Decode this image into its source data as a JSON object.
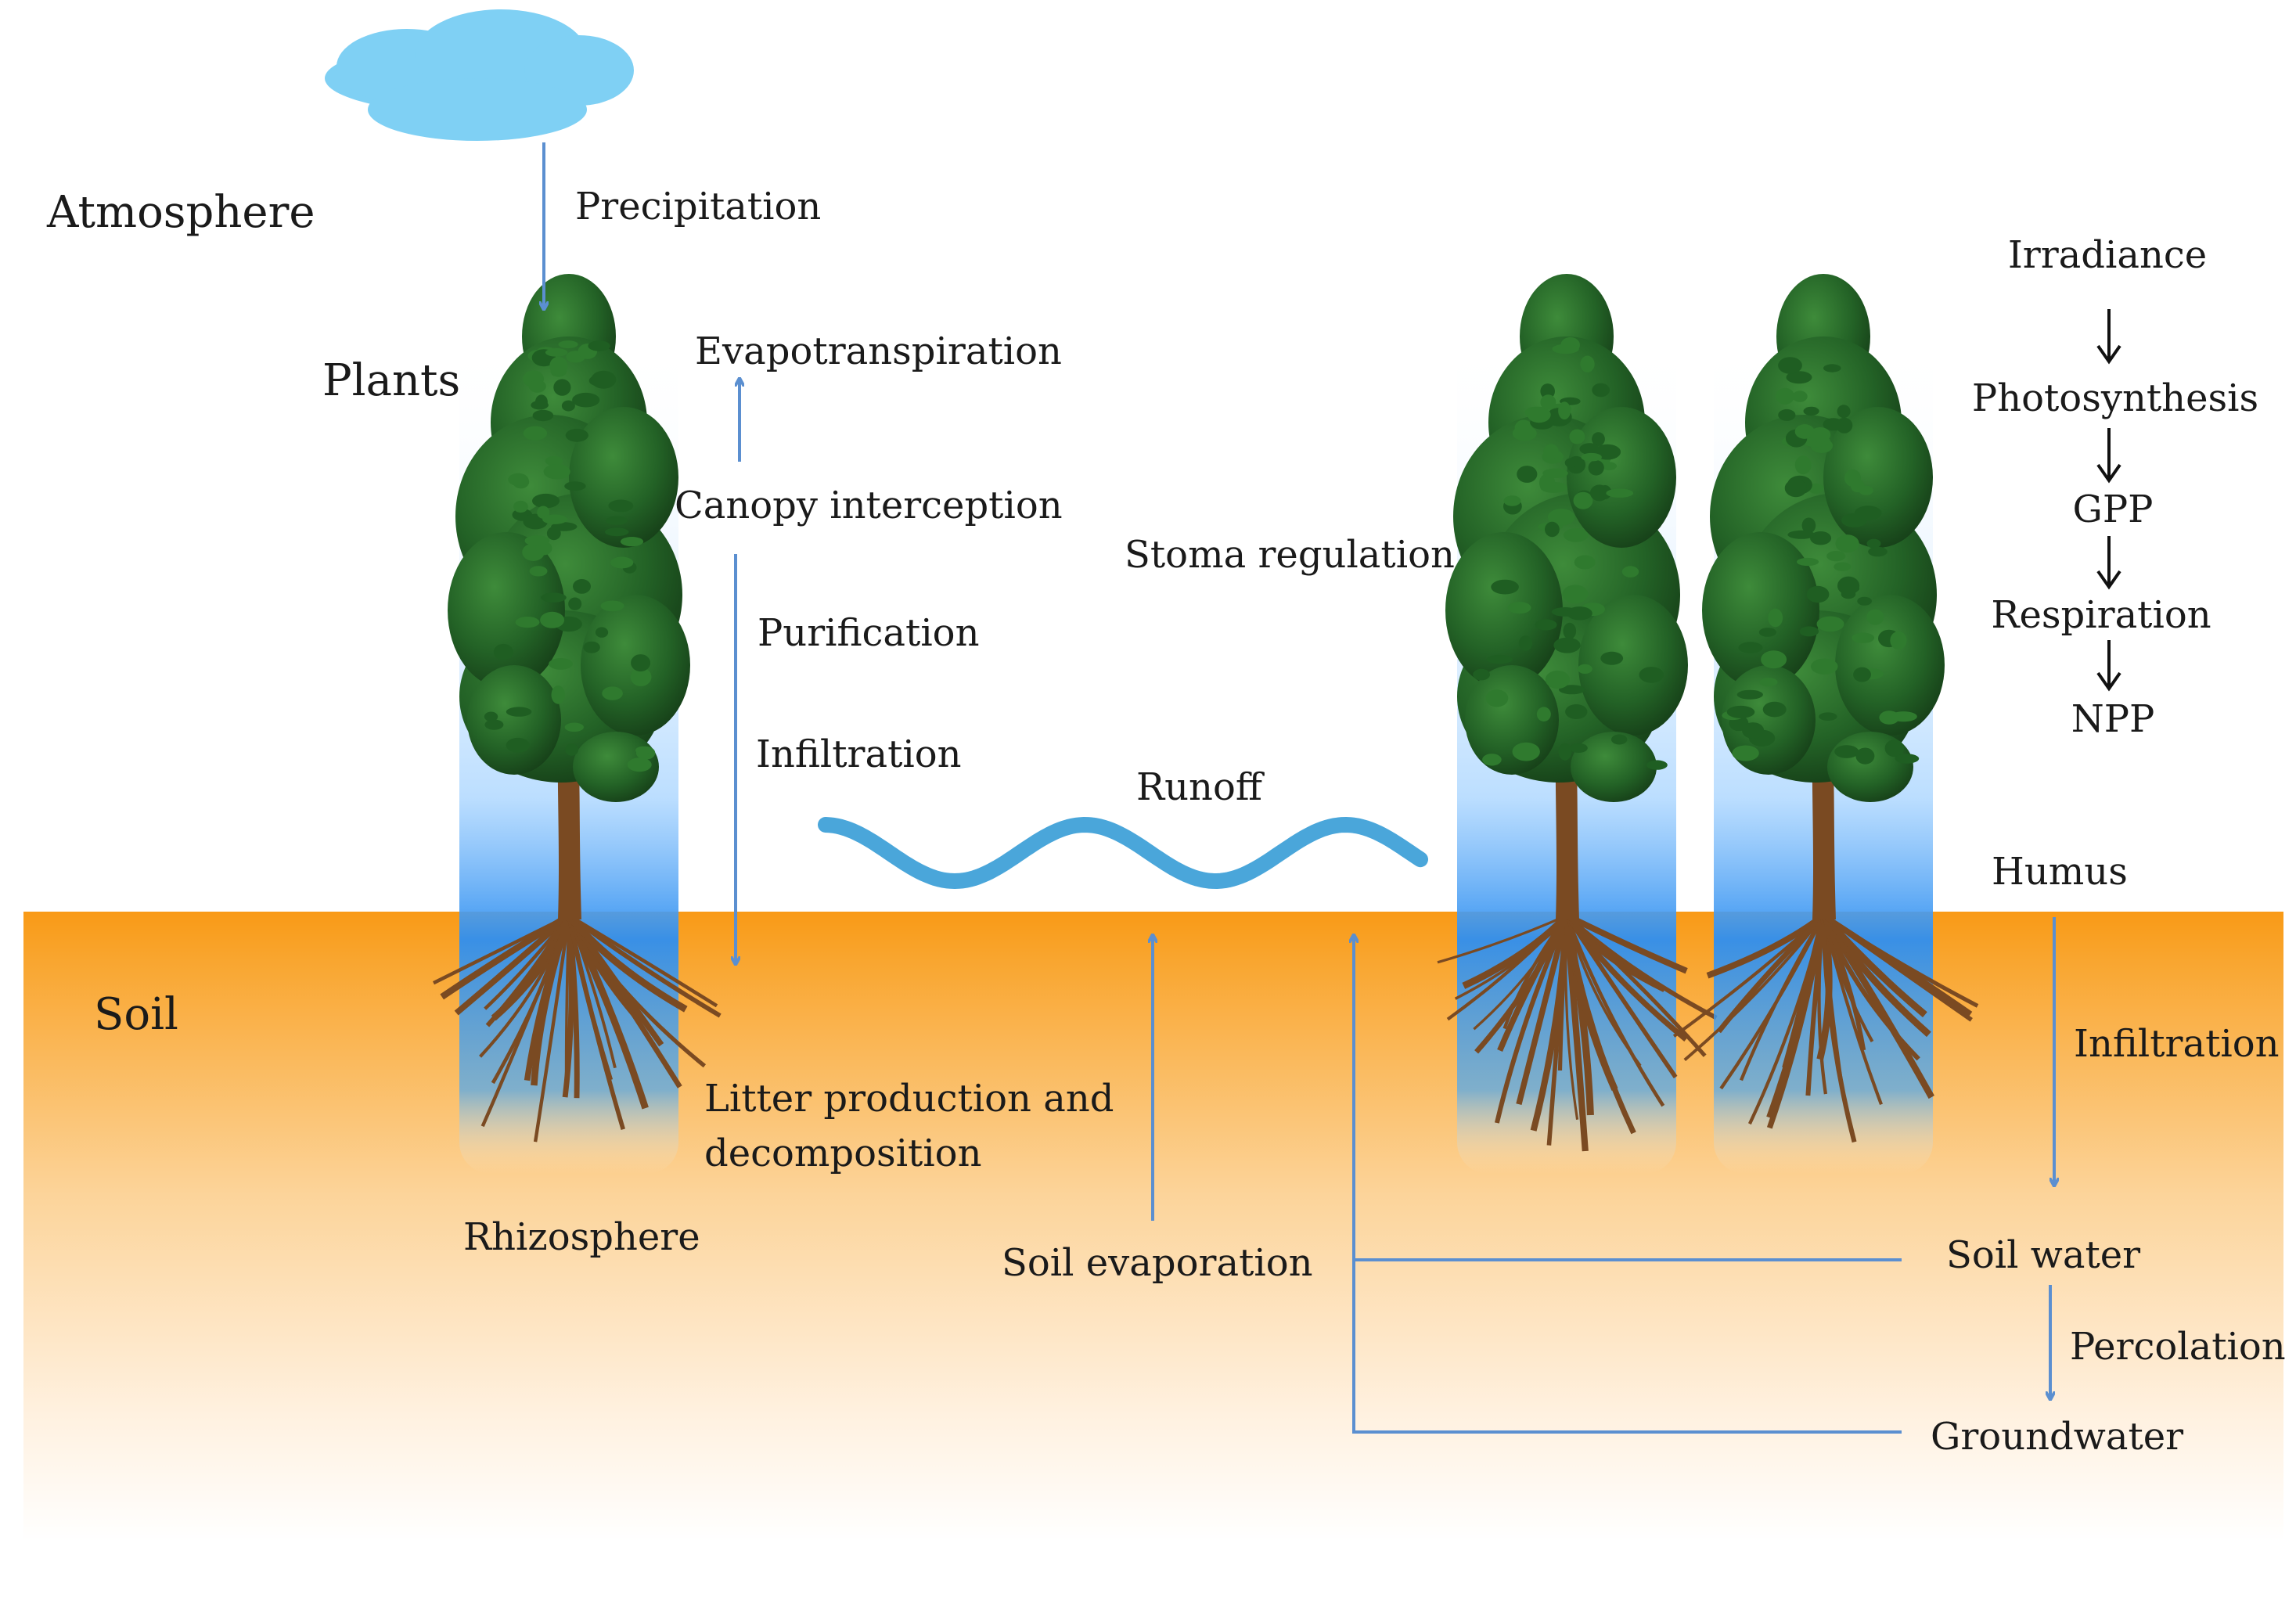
{
  "colors": {
    "soil_top": "#f99a16",
    "soil_bottom": "#ffffff",
    "arrow_blue": "#5b8fd0",
    "runoff_blue": "#4aa6da",
    "cloud": "#7fd0f4",
    "canopy": "#1f5e22",
    "canopy_light": "#2f7a2e",
    "trunk": "#7a4a22",
    "glow": "#2a8ff0"
  },
  "labels": {
    "atmosphere": "Atmosphere",
    "precipitation": "Precipitation",
    "plants": "Plants",
    "evapotranspiration": "Evapotranspiration",
    "canopy_interception": "Canopy interception",
    "purification": "Purification",
    "infiltration_left": "Infiltration",
    "stoma_regulation": "Stoma regulation",
    "runoff": "Runoff",
    "soil": "Soil",
    "litter_line1": "Litter production and",
    "litter_line2": "decomposition",
    "rhizosphere": "Rhizosphere",
    "soil_evaporation": "Soil evaporation",
    "humus": "Humus",
    "infiltration_right": "Infiltration",
    "soil_water": "Soil water",
    "percolation": "Percolation",
    "groundwater": "Groundwater"
  },
  "carbon_chain": [
    "Irradiance",
    "Photosynthesis",
    "GPP",
    "Respiration",
    "NPP"
  ],
  "icons": [
    "cloud-icon",
    "tree-icon",
    "runoff-wave-icon",
    "arrow-icon"
  ]
}
